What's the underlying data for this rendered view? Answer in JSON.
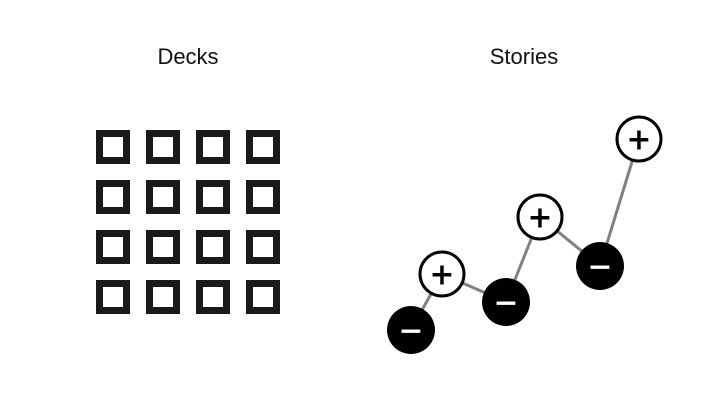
{
  "decks": {
    "title": "Decks",
    "grid": {
      "rows": 4,
      "cols": 4
    },
    "square_color": "#1a1a1a"
  },
  "stories": {
    "title": "Stories",
    "sequence": [
      {
        "sign": "minus",
        "symbol": "−"
      },
      {
        "sign": "plus",
        "symbol": "+"
      },
      {
        "sign": "minus",
        "symbol": "−"
      },
      {
        "sign": "plus",
        "symbol": "+"
      },
      {
        "sign": "minus",
        "symbol": "−"
      },
      {
        "sign": "plus",
        "symbol": "+"
      }
    ],
    "colors": {
      "minus_fill": "#000000",
      "minus_symbol": "#ffffff",
      "plus_fill": "#ffffff",
      "plus_stroke": "#000000",
      "connector": "#808080"
    }
  }
}
